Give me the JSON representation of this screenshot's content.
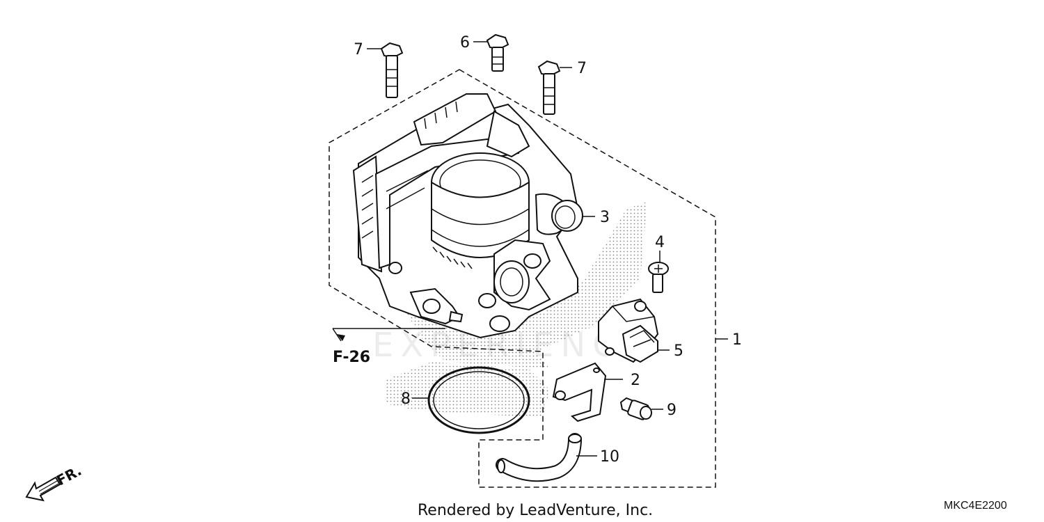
{
  "callouts": {
    "c1": "1",
    "c2": "2",
    "c3": "3",
    "c4": "4",
    "c5": "5",
    "c6": "6",
    "c7a": "7",
    "c7b": "7",
    "c8": "8",
    "c9": "9",
    "c10": "10"
  },
  "reference": "F-26",
  "direction": "FR.",
  "watermark": "EXPERIENCE",
  "footer": "Rendered by LeadVenture, Inc.",
  "diagram_code": "MKC4E2200"
}
